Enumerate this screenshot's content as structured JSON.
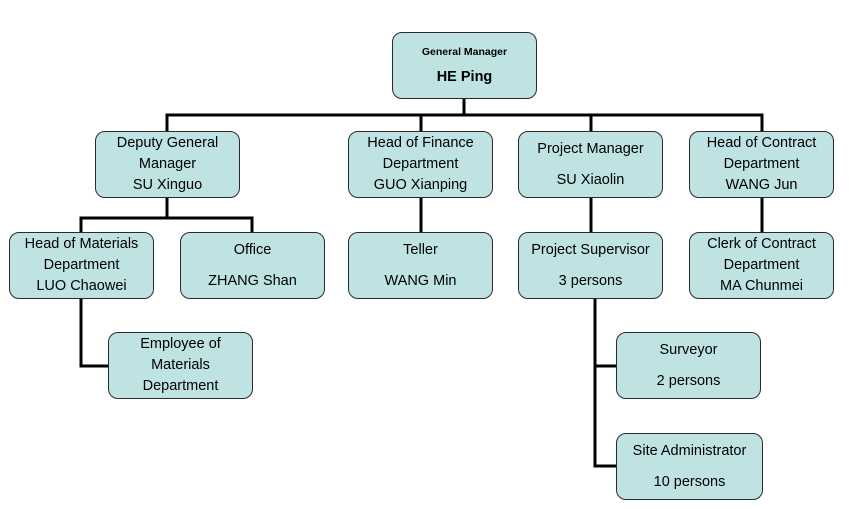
{
  "general_manager": {
    "title": "General Manager",
    "name": "HE Ping"
  },
  "deputy_gm": {
    "lines": [
      "Deputy General",
      "Manager",
      "SU Xinguo"
    ]
  },
  "finance_head": {
    "lines": [
      "Head of Finance",
      "Department",
      "GUO Xianping"
    ]
  },
  "project_manager": {
    "title": "Project Manager",
    "name": "SU Xiaolin"
  },
  "contract_head": {
    "lines": [
      "Head of Contract",
      "Department",
      "WANG Jun"
    ]
  },
  "materials_head": {
    "lines": [
      "Head of Materials",
      "Department",
      "LUO Chaowei"
    ]
  },
  "office": {
    "title": "Office",
    "name": "ZHANG Shan"
  },
  "teller": {
    "title": "Teller",
    "name": "WANG Min"
  },
  "project_supervisor": {
    "title": "Project Supervisor",
    "count": "3 persons"
  },
  "contract_clerk": {
    "lines": [
      "Clerk of Contract",
      "Department",
      "MA Chunmei"
    ]
  },
  "materials_employee": {
    "lines": [
      "Employee of",
      "Materials",
      "Department"
    ]
  },
  "surveyor": {
    "title": "Surveyor",
    "count": "2 persons"
  },
  "site_admin": {
    "title": "Site Administrator",
    "count": "10 persons"
  },
  "colors": {
    "box_fill": "#bfe3e3",
    "box_border": "#2b2b2b",
    "connector": "#000000"
  }
}
